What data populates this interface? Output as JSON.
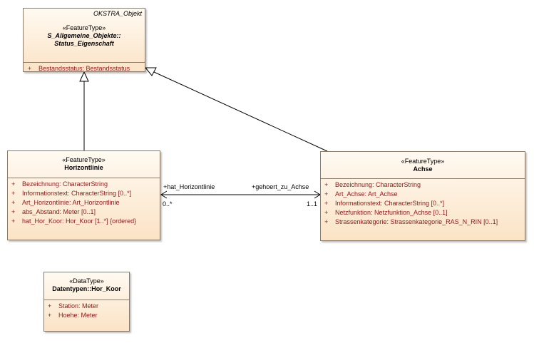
{
  "status_eigenschaft": {
    "namespace": "OKSTRA_Objekt",
    "stereotype": "«FeatureType»",
    "name_line1": "S_Allgemeine_Objekte::",
    "name_line2": "Status_Eigenschaft",
    "attributes": [
      {
        "vis": "+",
        "text": "Bestandsstatus: Bestandsstatus"
      }
    ]
  },
  "horizontlinie": {
    "stereotype": "«FeatureType»",
    "name": "Horizontlinie",
    "attributes": [
      {
        "vis": "+",
        "text": "Bezeichnung: CharacterString"
      },
      {
        "vis": "+",
        "text": "Informationstext: CharacterString [0..*]"
      },
      {
        "vis": "+",
        "text": "Art_Horizontlinie: Art_Horizontlinie"
      },
      {
        "vis": "+",
        "text": "abs_Abstand: Meter [0..1]"
      },
      {
        "vis": "+",
        "text": "hat_Hor_Koor: Hor_Koor [1..*] {ordered}"
      }
    ]
  },
  "achse": {
    "stereotype": "«FeatureType»",
    "name": "Achse",
    "attributes": [
      {
        "vis": "+",
        "text": "Bezeichnung: CharacterString"
      },
      {
        "vis": "+",
        "text": "Art_Achse: Art_Achse"
      },
      {
        "vis": "+",
        "text": "Informationstext: CharacterString [0..*]"
      },
      {
        "vis": "+",
        "text": "Netzfunktion: Netzfunktion_Achse [0..1]"
      },
      {
        "vis": "+",
        "text": "Strassenkategorie: Strassenkategorie_RAS_N_RIN [0..1]"
      }
    ]
  },
  "hor_koor": {
    "stereotype": "«DataType»",
    "name": "Datentypen::Hor_Koor",
    "attributes": [
      {
        "vis": "+",
        "text": "Station: Meter"
      },
      {
        "vis": "+",
        "text": "Hoehe: Meter"
      }
    ]
  },
  "association": {
    "role_left": "+hat_Horizontlinie",
    "mult_left": "0..*",
    "role_right": "+gehoert_zu_Achse",
    "mult_right": "1..1"
  }
}
